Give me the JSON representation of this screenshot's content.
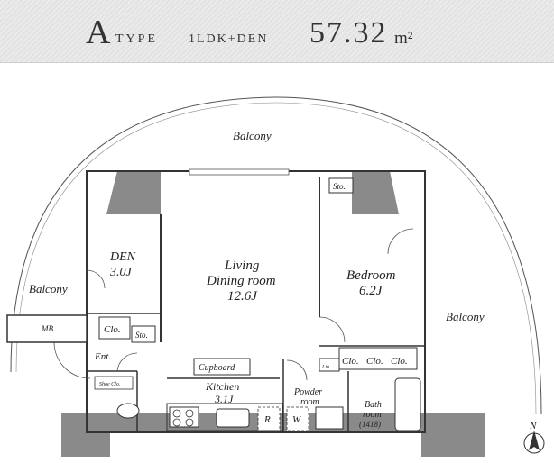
{
  "header": {
    "type_letter": "A",
    "type_word": "TYPE",
    "layout": "1LDK+DEN",
    "area": "57.32",
    "unit": "m²"
  },
  "rooms": {
    "balcony_top": "Balcony",
    "balcony_left": "Balcony",
    "balcony_right": "Balcony",
    "mb": "MB",
    "den_name": "DEN",
    "den_size": "3.0J",
    "living_line1": "Living",
    "living_line2": "Dining room",
    "living_size": "12.6J",
    "bedroom_name": "Bedroom",
    "bedroom_size": "6.2J",
    "clo_den": "Clo.",
    "sto_den": "Sto.",
    "sto_bed": "Sto.",
    "clo_bed_1": "Clo.",
    "clo_bed_2": "Clo.",
    "clo_bed_3": "Clo.",
    "lin": "Lin.",
    "entrance": "Ent.",
    "shoe_closet": "Shoe Clo.",
    "cupboard": "Cupboard",
    "kitchen_name": "Kitchen",
    "kitchen_size": "3.1J",
    "fridge": "R",
    "powder_line1": "Powder",
    "powder_line2": "room",
    "washer": "W",
    "bath_line1": "Bath",
    "bath_line2": "room",
    "bath_size": "(1418)",
    "north": "N"
  }
}
